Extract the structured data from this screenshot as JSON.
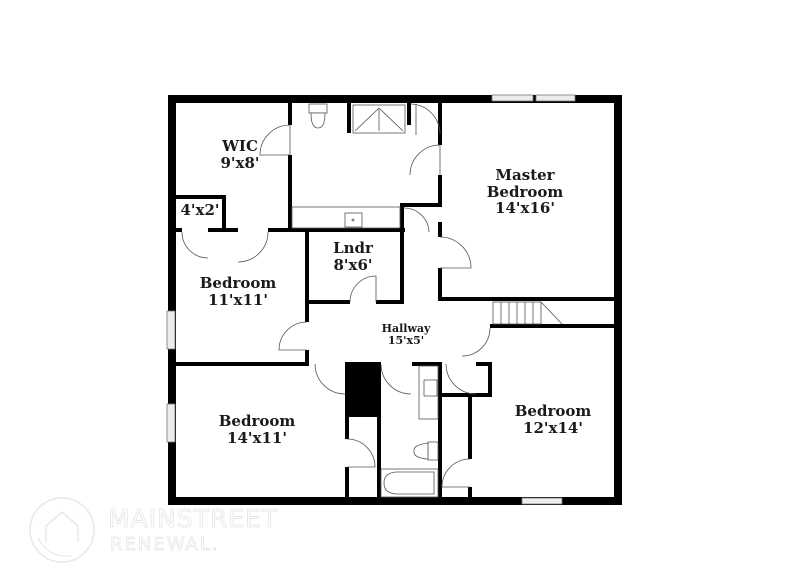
{
  "floorplan": {
    "rooms": [
      {
        "id": "wic",
        "name": "WIC",
        "dims": "9'x8'"
      },
      {
        "id": "closet",
        "name": "",
        "dims": "4'x2'"
      },
      {
        "id": "master",
        "name": "Master Bedroom",
        "name_line1": "Master",
        "name_line2": "Bedroom",
        "dims": "14'x16'"
      },
      {
        "id": "laundry",
        "name": "Lndr",
        "dims": "8'x6'"
      },
      {
        "id": "bedroom_nw",
        "name": "Bedroom",
        "dims": "11'x11'"
      },
      {
        "id": "hallway",
        "name": "Hallway",
        "dims": "15'x5'"
      },
      {
        "id": "bedroom_sw",
        "name": "Bedroom",
        "dims": "14'x11'"
      },
      {
        "id": "bedroom_se",
        "name": "Bedroom",
        "dims": "12'x14'"
      }
    ],
    "colors": {
      "wall": "#000000",
      "background": "#ffffff",
      "label": "#1a1a1a",
      "watermark": "#e4e4e4"
    }
  },
  "watermark": {
    "brand_line1": "MAINSTREET",
    "brand_line2": "RENEWAL.",
    "icon": "house-arrow-circle-icon"
  }
}
